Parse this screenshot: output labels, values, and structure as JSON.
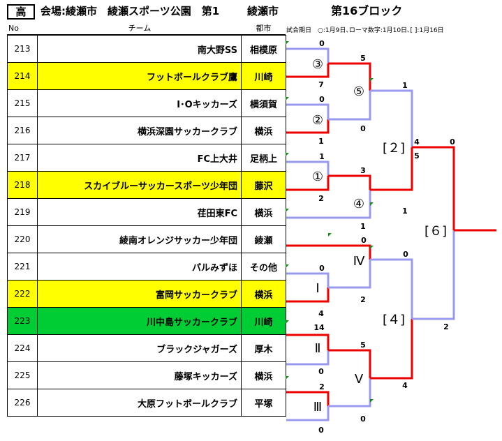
{
  "header": {
    "grade": "高",
    "venue": "会場:綾瀬市　綾瀬スポーツ公園　第1",
    "venue_city": "綾瀬市",
    "block": "第16ブロック"
  },
  "columns": {
    "no": "No",
    "team": "チーム",
    "city": "都市"
  },
  "dates_note": "試合期日　○:1月9日､ローマ数字:1月10日､[ ]:1月16日",
  "teams": [
    {
      "no": "213",
      "name": "南大野SS",
      "city": "相模原",
      "highlight": ""
    },
    {
      "no": "214",
      "name": "フットボールクラブ鷹",
      "city": "川崎",
      "highlight": "yellow"
    },
    {
      "no": "215",
      "name": "I･Oキッカーズ",
      "city": "横須賀",
      "highlight": ""
    },
    {
      "no": "216",
      "name": "横浜深園サッカークラブ",
      "city": "横浜",
      "highlight": ""
    },
    {
      "no": "217",
      "name": "FC上大井",
      "city": "足柄上",
      "highlight": ""
    },
    {
      "no": "218",
      "name": "スカイブルーサッカースポーツ少年団",
      "city": "藤沢",
      "highlight": "yellow"
    },
    {
      "no": "219",
      "name": "荏田東FC",
      "city": "横浜",
      "highlight": ""
    },
    {
      "no": "220",
      "name": "綾南オレンジサッカー少年団",
      "city": "綾瀬",
      "highlight": ""
    },
    {
      "no": "221",
      "name": "パルみずほ",
      "city": "その他",
      "highlight": ""
    },
    {
      "no": "222",
      "name": "富岡サッカークラブ",
      "city": "横浜",
      "highlight": "yellow"
    },
    {
      "no": "223",
      "name": "川中島サッカークラブ",
      "city": "川崎",
      "highlight": "green"
    },
    {
      "no": "224",
      "name": "ブラックジャガーズ",
      "city": "厚木",
      "highlight": ""
    },
    {
      "no": "225",
      "name": "藤塚キッカーズ",
      "city": "横浜",
      "highlight": ""
    },
    {
      "no": "226",
      "name": "大原フットボールクラブ",
      "city": "平塚",
      "highlight": ""
    }
  ],
  "colors": {
    "win": "#ee0000",
    "loss": "#9999ee",
    "yellow": "#ffff00",
    "green": "#00cc33"
  },
  "match_labels": {
    "m3": "③",
    "m2": "②",
    "m1": "①",
    "m5": "⑤",
    "m4": "④",
    "r4": "Ⅳ",
    "r1": "Ⅰ",
    "r2": "Ⅱ",
    "r3": "Ⅲ",
    "r5": "Ⅴ",
    "b2": "[２]",
    "b4": "[４]",
    "b6": "[６]"
  },
  "scores": {
    "s213": "0",
    "s214": "7",
    "s215": "0",
    "s216": "1",
    "s217": "1",
    "s218": "2",
    "s219": "1",
    "s220": "0",
    "s221": "0",
    "s222": "4",
    "s223": "14",
    "s224": "0",
    "s225": "2",
    "s226": "0",
    "m5_top": "5",
    "m5_bot": "0",
    "m4_top": "3",
    "m4_bot": "1",
    "b2_top": "1",
    "b2_bot": "1",
    "r4_top": "0",
    "r4_bot": "2",
    "r5_top": "5",
    "r5_bot": "0",
    "b4_top": "0",
    "b4_bot": "4",
    "b6_top_a": "4",
    "b6_top_b": "5",
    "b6_top_c": "0",
    "b6_bot": "2"
  }
}
